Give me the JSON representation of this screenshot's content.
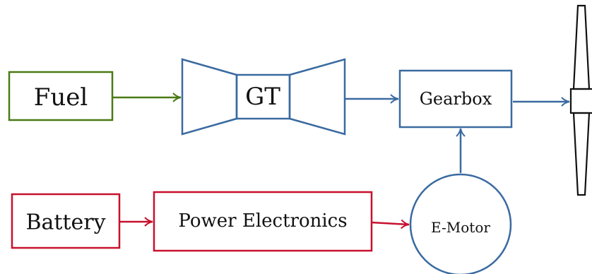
{
  "diagram": {
    "colors": {
      "fuel": "#4a7a14",
      "mechanical": "#3a6aa0",
      "electrical": "#c8102e",
      "text": "#111111"
    },
    "nodes": {
      "fuel": {
        "label": "Fuel",
        "shape": "rectangle"
      },
      "gas_turbine": {
        "label": "GT",
        "shape": "turbine"
      },
      "gearbox": {
        "label": "Gearbox",
        "shape": "rectangle"
      },
      "propeller": {
        "label": "",
        "shape": "propeller"
      },
      "battery": {
        "label": "Battery",
        "shape": "rectangle"
      },
      "power_electronics": {
        "label": "Power Electronics",
        "shape": "rectangle"
      },
      "e_motor": {
        "label": "E-Motor",
        "shape": "circle"
      }
    },
    "edges": [
      {
        "from": "fuel",
        "to": "gas_turbine",
        "color": "fuel"
      },
      {
        "from": "gas_turbine",
        "to": "gearbox",
        "color": "mechanical"
      },
      {
        "from": "gearbox",
        "to": "propeller",
        "color": "mechanical"
      },
      {
        "from": "e_motor",
        "to": "gearbox",
        "color": "mechanical"
      },
      {
        "from": "battery",
        "to": "power_electronics",
        "color": "electrical"
      },
      {
        "from": "power_electronics",
        "to": "e_motor",
        "color": "electrical"
      }
    ]
  }
}
